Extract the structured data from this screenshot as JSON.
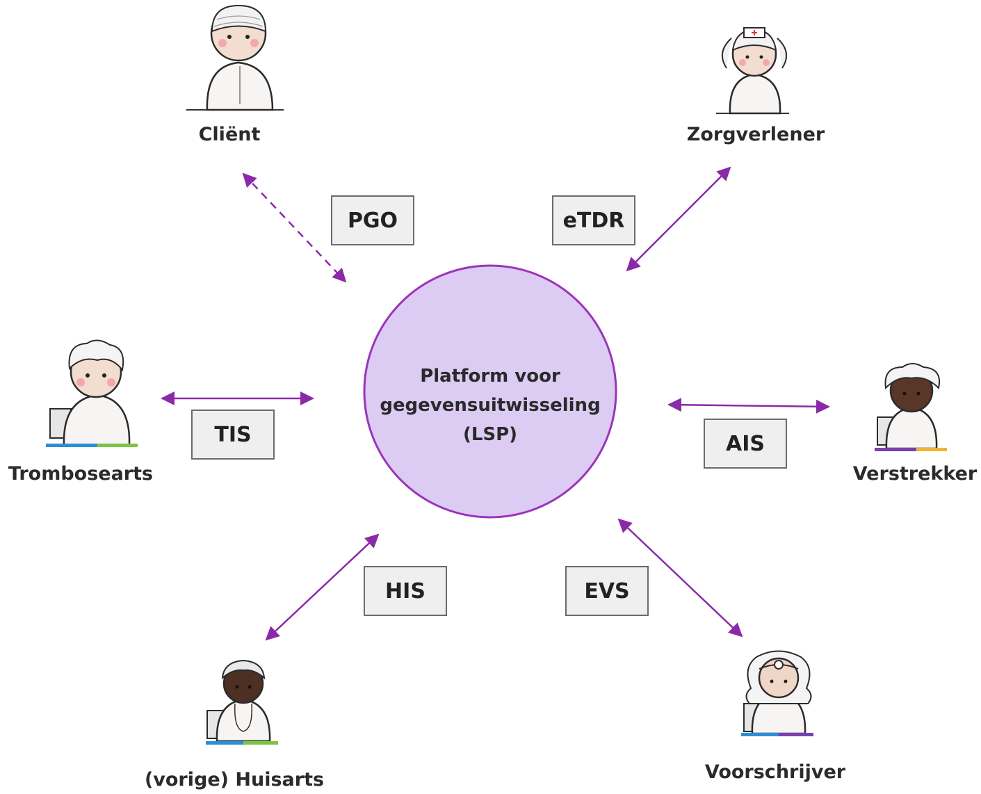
{
  "center": {
    "lines": [
      "Platform voor",
      "gegevensuitwisseling",
      "(LSP)"
    ],
    "fill_color": "#dccbf3",
    "stroke_color": "#9b34b8"
  },
  "arrow_color": "#8a2aa8",
  "systems": {
    "pgo": "PGO",
    "etdr": "eTDR",
    "tis": "TIS",
    "ais": "AIS",
    "his": "HIS",
    "evs": "EVS"
  },
  "actors": {
    "client": "Cliënt",
    "zorgverlener": "Zorgverlener",
    "trombosearts": "Trombosearts",
    "verstrekker": "Verstrekker",
    "huisarts": "(vorige) Huisarts",
    "voorschrijver": "Voorschrijver"
  },
  "links": [
    {
      "actor": "client",
      "system": "pgo",
      "style": "dashed"
    },
    {
      "actor": "zorgverlener",
      "system": "etdr",
      "style": "solid"
    },
    {
      "actor": "trombosearts",
      "system": "tis",
      "style": "solid"
    },
    {
      "actor": "verstrekker",
      "system": "ais",
      "style": "solid"
    },
    {
      "actor": "huisarts",
      "system": "his",
      "style": "solid"
    },
    {
      "actor": "voorschrijver",
      "system": "evs",
      "style": "solid"
    }
  ]
}
